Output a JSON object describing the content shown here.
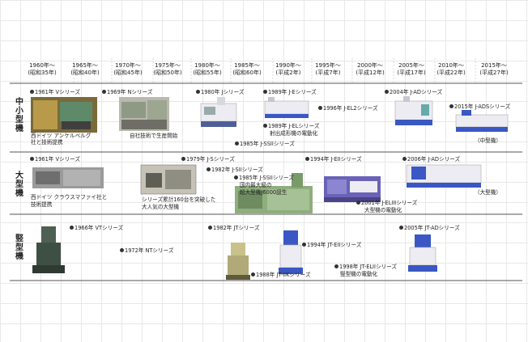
{
  "eras": [
    [
      "1960年〜",
      "(昭和35年)"
    ],
    [
      "1965年〜",
      "(昭和40年)"
    ],
    [
      "1970年〜",
      "(昭和45年)"
    ],
    [
      "1975年〜",
      "(昭和50年)"
    ],
    [
      "1980年〜",
      "(昭和55年)"
    ],
    [
      "1985年〜",
      "(昭和60年)"
    ],
    [
      "1990年〜",
      "(平成2年)"
    ],
    [
      "1995年〜",
      "(平成7年)"
    ],
    [
      "2000年〜",
      "(平成12年)"
    ],
    [
      "2005年〜",
      "(平成17年)"
    ],
    [
      "2010年〜",
      "(平成22年)"
    ],
    [
      "2015年〜",
      "(平成27年)"
    ]
  ],
  "rows": {
    "small": "中小型機",
    "large": "大型機",
    "vertical": "竪型機"
  },
  "small": {
    "v": "1961年 Vシリーズ",
    "v_note1": "西ドイツ アンケルベルグ",
    "v_note2": "社と技術提携",
    "n": "1969年 Nシリーズ",
    "n_note": "自社技術で生産開始",
    "j": "1980年 Jシリーズ",
    "je": "1989年 J-Eシリーズ",
    "jel": "1989年 J-ELシリーズ",
    "jel_note": "射出成形機の電動化",
    "jss2": "1985年 J-SSIIシリーズ",
    "jel2": "1996年 J-EL2シリーズ",
    "jad": "2004年 J-ADシリーズ",
    "jads": "2015年 J-ADSシリーズ",
    "jads_note": "（中型機）"
  },
  "large": {
    "v": "1961年 Vシリーズ",
    "v_note1": "西ドイツ クラウスマファイ社と",
    "v_note2": "技術提携",
    "js_series": "1979年 J-Sシリーズ",
    "js_note1": "シリーズ累計160台を突破した",
    "js_note2": "大人気の大型機",
    "js2": "1982年 J-SIIシリーズ",
    "jss2": "1985年 J-SSIIシリーズ",
    "jss2_note1": "国内最大級の",
    "jss2_note2": "超大型機J6000誕生",
    "je2": "1994年 J-EIIシリーズ",
    "jel3": "2001年 J-ELIIIシリーズ",
    "jel3_note": "大型機の電動化",
    "jad": "2006年 J-ADシリーズ",
    "jad_note": "（大型機）"
  },
  "vertical": {
    "vt": "1966年 VTシリーズ",
    "nt": "1972年 NTシリーズ",
    "jt": "1982年 JTシリーズ",
    "jt2k": "1988年 JT-IIKシリーズ",
    "jte2": "1994年 JT-EIIシリーズ",
    "jtel2": "1998年 JT-ELIIシリーズ",
    "jtel2_note": "竪型機の電動化",
    "jtad": "2005年 JT-ADシリーズ"
  },
  "colors": {
    "grid": "#e8e8e8",
    "separator": "#555555",
    "machine_white": "#ececf2",
    "machine_blue": "#3a57c4",
    "machine_purple": "#6a62b8",
    "machine_gray": "#8a8a8a",
    "machine_green": "#8fae7e"
  }
}
